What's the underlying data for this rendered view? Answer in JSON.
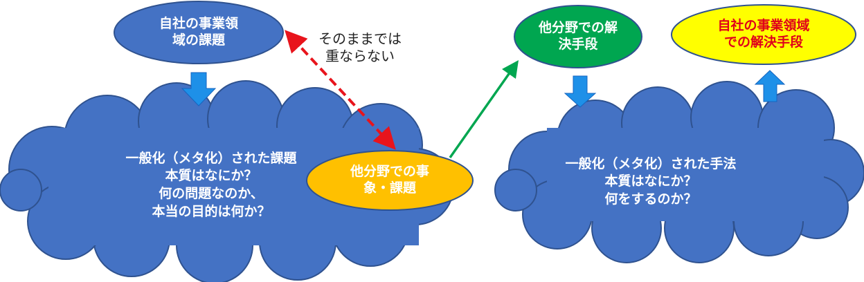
{
  "colors": {
    "node_blue": "#4472C4",
    "node_green": "#00A650",
    "node_orange": "#FFC000",
    "node_yellow": "#FFFF00",
    "cloud_fill": "#4472C4",
    "block_arrow": "#1E90E8",
    "dashed_arrow": "#E8141C",
    "green_arrow": "#00A650",
    "red_text": "#E0001A"
  },
  "nodes": {
    "own_issue": {
      "line1": "自社の事業領",
      "line2": "域の課題"
    },
    "other_solution": {
      "line1": "他分野での解",
      "line2": "決手段"
    },
    "own_solution": {
      "line1": "自社の事業領域",
      "line2": "での解決手段"
    },
    "other_event": {
      "line1": "他分野での事",
      "line2": "象・課題"
    }
  },
  "clouds": {
    "left": {
      "line1": "一般化（メタ化）された課題",
      "line2": "本質はなにか？",
      "line3": "何の問題なのか、",
      "line4": "本当の目的は何か？"
    },
    "right": {
      "line1": "一般化（メタ化）された手法",
      "line2": "本質はなにか？",
      "line3": "何をするのか？"
    }
  },
  "annotation": {
    "line1": "そのままでは",
    "line2": "重ならない"
  }
}
